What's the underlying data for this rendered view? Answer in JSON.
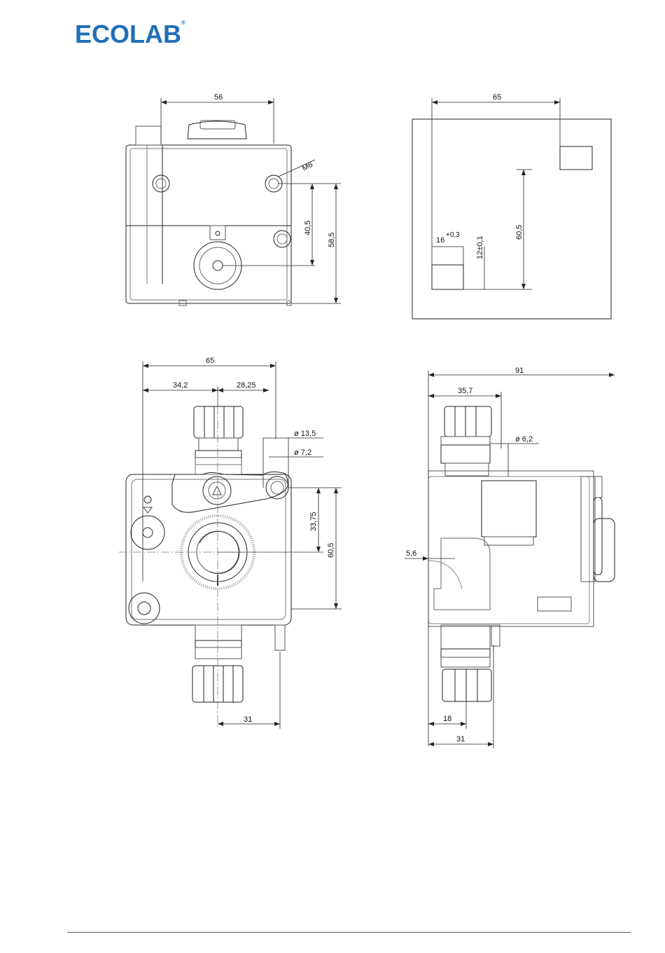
{
  "logo": {
    "text": "ECOLAB",
    "mark": "®",
    "color": "#1f6fb8"
  },
  "views": {
    "front": {
      "width": "56",
      "thread": "M6",
      "hole_spacing": "40,5",
      "height": "58,5"
    },
    "template": {
      "width": "65",
      "x_offset": "16",
      "x_tol": "+0,3",
      "y_offset": "12±0,1",
      "height": "60,5"
    },
    "top": {
      "width": "65",
      "left_offset": "34,2",
      "right_offset": "28,25",
      "dia_large": "ø 13,5",
      "dia_small": "ø 7,2",
      "hole_pitch": "33,75",
      "height": "60,5",
      "outlet_offset": "31"
    },
    "side": {
      "length": "91",
      "port_offset": "35,7",
      "dia": "ø 6,2",
      "gap": "5,6",
      "inner": "18",
      "outer": "31"
    }
  }
}
